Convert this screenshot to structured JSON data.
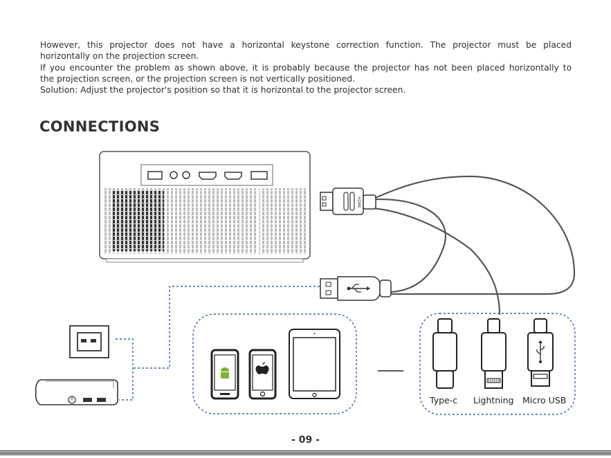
{
  "text": {
    "paragraph1_line1": "However, this projector does not have a horizontal keystone correction function. The projector must be placed",
    "paragraph1_line2": "horizontally on the projection screen.",
    "paragraph2_line1": "If you encounter the problem as shown above, it is probably because the projector has not been placed horizontally to",
    "paragraph2_line2": "the projection screen, or the projection screen is not vertically positioned.",
    "solution": "Solution:  Adjust the projector's position so that it is horizontal to the projector screen."
  },
  "section": {
    "heading": "CONNECTIONS"
  },
  "connectors": {
    "type_c": "Type-c",
    "lightning": "Lightning",
    "micro_usb": "Micro USB"
  },
  "cable": {
    "hdmi_marking": "HDMI"
  },
  "footer": {
    "page_number": "- 09 -"
  },
  "icons": [
    "projector-icon",
    "hdmi-plug-icon",
    "usb-plug-icon",
    "wall-outlet-icon",
    "power-bank-icon",
    "android-phone-icon",
    "iphone-icon",
    "tablet-icon",
    "type-c-plug-icon",
    "lightning-plug-icon",
    "micro-usb-plug-icon"
  ],
  "colors": {
    "dashed_line": "#3a5ea8",
    "ink": "#2c2c2c"
  }
}
